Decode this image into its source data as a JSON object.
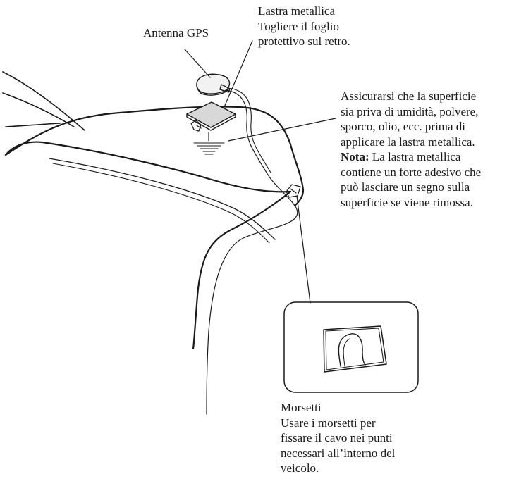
{
  "labels": {
    "antenna": "Antenna GPS",
    "plate": [
      "Lastra metallica",
      "Togliere il foglio",
      "protettivo sul retro."
    ],
    "surface": [
      "Assicurarsi che la superficie",
      "sia priva di umidità, polvere,",
      "sporco, olio, ecc. prima di",
      "applicare la lastra metallica."
    ],
    "note_keyword": "Nota:",
    "note_first_line": " La lastra metallica",
    "note_rest": [
      "contiene un forte adesivo che",
      "può lasciare un segno sulla",
      "superficie se viene rimossa."
    ],
    "clamp": [
      "Morsetti",
      "Usare i morsetti per",
      "fissare il cavo nei punti",
      "necessari all’interno del",
      "veicolo."
    ]
  }
}
